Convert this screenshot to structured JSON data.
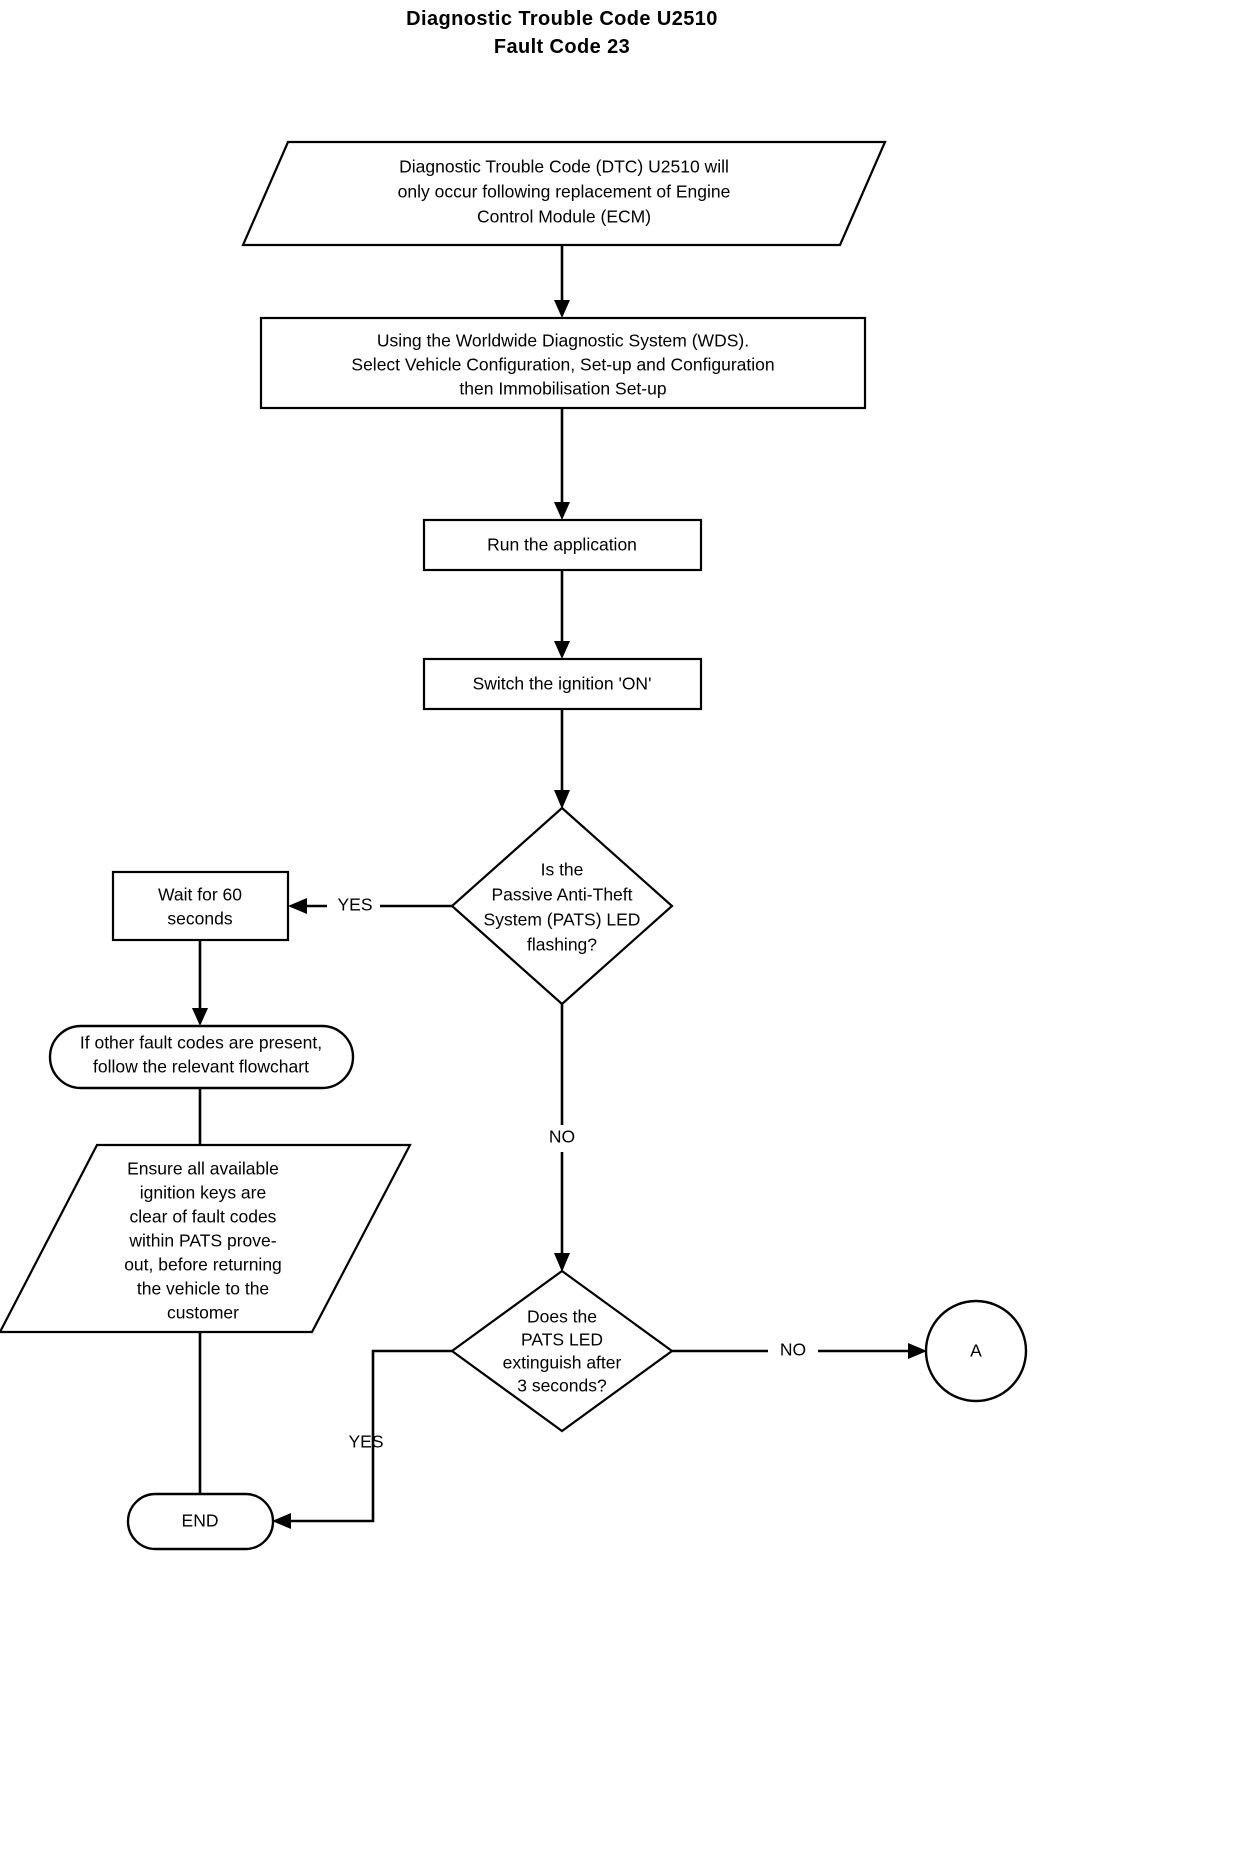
{
  "title": {
    "line1": "Diagnostic Trouble Code U2510",
    "line2": "Fault Code 23"
  },
  "chart_data": {
    "type": "diagram",
    "diagram_kind": "flowchart",
    "title": "Diagnostic Trouble Code U2510 / Fault Code 23",
    "orientation": "top-to-bottom",
    "colors": {
      "background": "#ffffff",
      "stroke": "#000000",
      "fill": "#ffffff",
      "text": "#000000"
    },
    "nodes": [
      {
        "id": "start-note",
        "shape": "parallelogram",
        "lines": [
          "Diagnostic Trouble Code (DTC) U2510 will",
          "only occur following replacement of Engine",
          "Control Module (ECM)"
        ]
      },
      {
        "id": "wds-setup",
        "shape": "rectangle",
        "lines": [
          "Using the Worldwide Diagnostic System (WDS).",
          "Select Vehicle Configuration, Set-up and Configuration",
          "then Immobilisation Set-up"
        ]
      },
      {
        "id": "run-application",
        "shape": "rectangle",
        "lines": [
          "Run the application"
        ]
      },
      {
        "id": "switch-ignition-on",
        "shape": "rectangle",
        "lines": [
          "Switch the ignition 'ON'"
        ]
      },
      {
        "id": "pats-led-flashing",
        "shape": "diamond",
        "lines": [
          "Is the",
          "Passive Anti-Theft",
          "System (PATS) LED",
          "flashing?"
        ]
      },
      {
        "id": "wait-60-seconds",
        "shape": "rectangle",
        "lines": [
          "Wait for 60",
          "seconds"
        ]
      },
      {
        "id": "other-fault-codes",
        "shape": "rounded-rectangle",
        "lines": [
          "If other fault codes are present,",
          "follow the relevant flowchart"
        ]
      },
      {
        "id": "ensure-keys-clear",
        "shape": "parallelogram",
        "lines": [
          "Ensure all available",
          "ignition keys are",
          "clear of fault codes",
          "within PATS prove-",
          "out, before returning",
          "the vehicle to the",
          "customer"
        ]
      },
      {
        "id": "pats-led-extinguish",
        "shape": "diamond",
        "lines": [
          "Does the",
          "PATS LED",
          "extinguish after",
          "3 seconds?"
        ]
      },
      {
        "id": "connector-a",
        "shape": "circle",
        "lines": [
          "A"
        ]
      },
      {
        "id": "end",
        "shape": "terminator",
        "lines": [
          "END"
        ]
      }
    ],
    "edges": [
      {
        "from": "start-note",
        "to": "wds-setup",
        "label": ""
      },
      {
        "from": "wds-setup",
        "to": "run-application",
        "label": ""
      },
      {
        "from": "run-application",
        "to": "switch-ignition-on",
        "label": ""
      },
      {
        "from": "switch-ignition-on",
        "to": "pats-led-flashing",
        "label": ""
      },
      {
        "from": "pats-led-flashing",
        "to": "wait-60-seconds",
        "label": "YES"
      },
      {
        "from": "pats-led-flashing",
        "to": "pats-led-extinguish",
        "label": "NO"
      },
      {
        "from": "wait-60-seconds",
        "to": "other-fault-codes",
        "label": ""
      },
      {
        "from": "other-fault-codes",
        "to": "end",
        "label": ""
      },
      {
        "from": "pats-led-extinguish",
        "to": "connector-a",
        "label": "NO"
      },
      {
        "from": "pats-led-extinguish",
        "to": "end",
        "label": "YES"
      }
    ],
    "edge_labels": {
      "yes_flashing": "YES",
      "no_flashing": "NO",
      "no_extinguish": "NO",
      "yes_extinguish": "YES"
    }
  },
  "nodes": {
    "start_note": {
      "l1": "Diagnostic Trouble Code (DTC) U2510 will",
      "l2": "only occur following replacement of Engine",
      "l3": "Control Module (ECM)"
    },
    "wds_setup": {
      "l1": "Using the Worldwide Diagnostic System (WDS).",
      "l2": "Select Vehicle Configuration, Set-up and Configuration",
      "l3": "then Immobilisation Set-up"
    },
    "run_application": {
      "l1": "Run the application"
    },
    "switch_ignition": {
      "l1": "Switch the ignition 'ON'"
    },
    "pats_flashing": {
      "l1": "Is the",
      "l2": "Passive Anti-Theft",
      "l3": "System (PATS) LED",
      "l4": "flashing?"
    },
    "wait_60": {
      "l1": "Wait for 60",
      "l2": "seconds"
    },
    "other_faults": {
      "l1": "If other fault codes are present,",
      "l2": "follow the relevant flowchart"
    },
    "ensure_keys": {
      "l1": "Ensure all available",
      "l2": "ignition keys are",
      "l3": "clear of fault codes",
      "l4": "within PATS prove-",
      "l5": "out, before returning",
      "l6": "the vehicle to the",
      "l7": "customer"
    },
    "pats_extinguish": {
      "l1": "Does the",
      "l2": "PATS LED",
      "l3": "extinguish after",
      "l4": "3 seconds?"
    },
    "connector_a": {
      "l1": "A"
    },
    "end_node": {
      "l1": "END"
    }
  },
  "labels": {
    "yes_flashing": "YES",
    "no_flashing": "NO",
    "no_extinguish": "NO",
    "yes_extinguish": "YES"
  }
}
